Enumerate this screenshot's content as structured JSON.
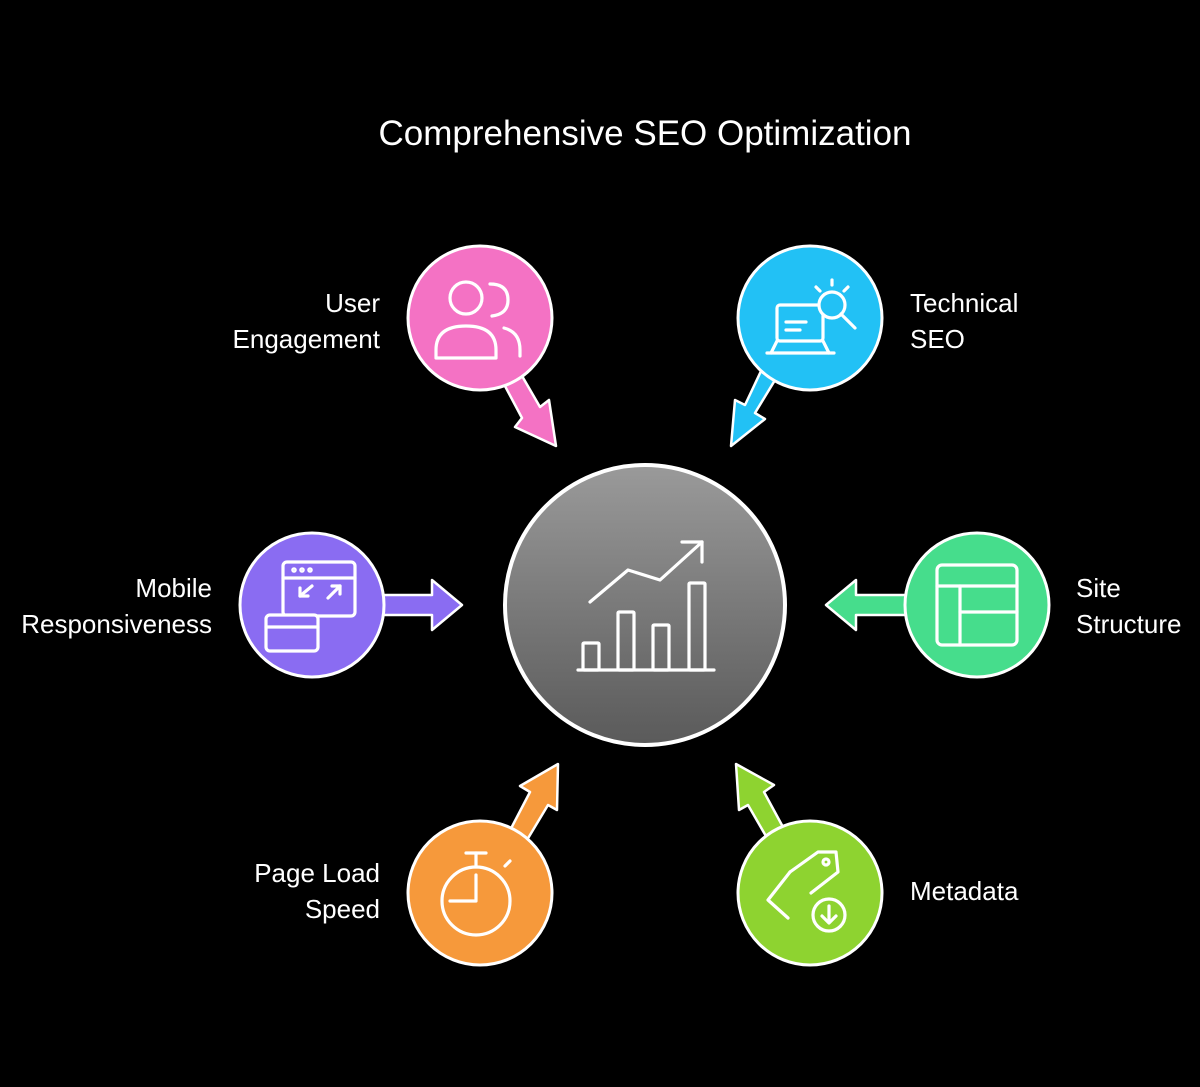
{
  "title": "Comprehensive SEO Optimization",
  "center": {
    "icon": "growth-chart-icon",
    "color": "#7a7a7a"
  },
  "nodes": [
    {
      "id": "user-engagement",
      "label_lines": [
        "User",
        "Engagement"
      ],
      "icon": "users-icon",
      "color": "#f472c4"
    },
    {
      "id": "technical-seo",
      "label_lines": [
        "Technical",
        "SEO"
      ],
      "icon": "laptop-search-icon",
      "color": "#22c1f5"
    },
    {
      "id": "mobile-responsiveness",
      "label_lines": [
        "Mobile",
        "Responsiveness"
      ],
      "icon": "responsive-windows-icon",
      "color": "#8a6cf2"
    },
    {
      "id": "site-structure",
      "label_lines": [
        "Site",
        "Structure"
      ],
      "icon": "layout-icon",
      "color": "#46dd8c"
    },
    {
      "id": "page-load-speed",
      "label_lines": [
        "Page Load",
        "Speed"
      ],
      "icon": "timer-icon",
      "color": "#f6993b"
    },
    {
      "id": "metadata",
      "label_lines": [
        "Metadata"
      ],
      "icon": "tag-download-icon",
      "color": "#8ed330"
    }
  ]
}
